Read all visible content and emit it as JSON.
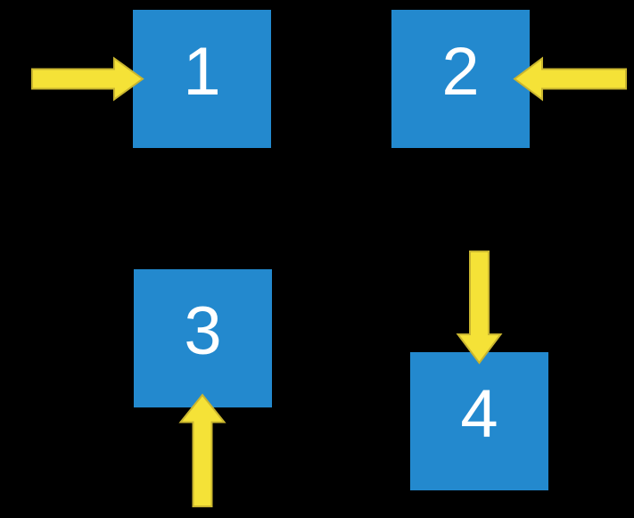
{
  "colors": {
    "background": "#000000",
    "box_fill": "#2389CE",
    "arrow_fill": "#F5E237",
    "arrow_stroke": "#C9B52F",
    "label_color": "#FFFFFF"
  },
  "boxes": [
    {
      "label": "1",
      "arrow_direction": "right",
      "arrow_position": "left-of-box"
    },
    {
      "label": "2",
      "arrow_direction": "left",
      "arrow_position": "right-of-box"
    },
    {
      "label": "3",
      "arrow_direction": "up",
      "arrow_position": "below-box"
    },
    {
      "label": "4",
      "arrow_direction": "down",
      "arrow_position": "above-box"
    }
  ]
}
